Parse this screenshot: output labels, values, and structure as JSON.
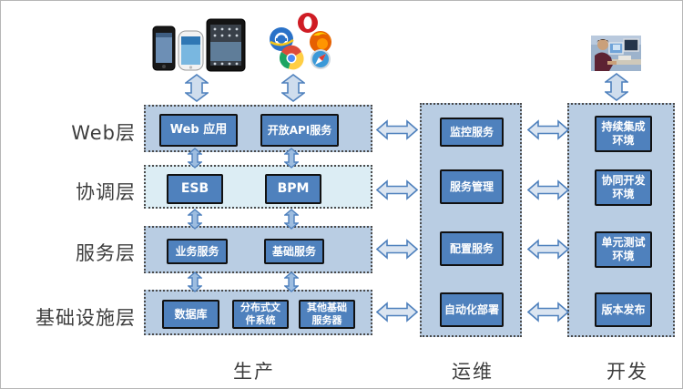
{
  "diagram_title": "",
  "colors": {
    "accent_box": "#4f81bd",
    "band_fill": "#b9cde3",
    "coordination_band_fill": "#dcedf4",
    "arrow_fill": "#dbe5f1",
    "arrow_stroke": "#4f81bd",
    "box_border": "#111111",
    "box_text": "#ffffff",
    "label_text": "#3d3d3d"
  },
  "layers": [
    {
      "label": "Web层",
      "boxes": [
        "Web 应用",
        "开放API服务"
      ]
    },
    {
      "label": "协调层",
      "boxes": [
        "ESB",
        "BPM"
      ]
    },
    {
      "label": "服务层",
      "boxes": [
        "业务服务",
        "基础服务"
      ]
    },
    {
      "label": "基础设施层",
      "boxes": [
        "数据库",
        "分布式文件系统",
        "其他基础服务器"
      ]
    }
  ],
  "ops": {
    "boxes": [
      "监控服务",
      "服务管理",
      "配置服务",
      "自动化部署"
    ]
  },
  "dev": {
    "boxes": [
      "持续集成环境",
      "协同开发环境",
      "单元测试环境",
      "版本发布"
    ]
  },
  "footer": {
    "production": "生产",
    "operations": "运维",
    "development": "开发"
  },
  "icons": {
    "device_group": [
      "iphone",
      "android-phone",
      "ipad"
    ],
    "browser_group": [
      "opera",
      "internet-explorer",
      "firefox",
      "chrome",
      "safari"
    ],
    "developer": "person-at-computer"
  }
}
